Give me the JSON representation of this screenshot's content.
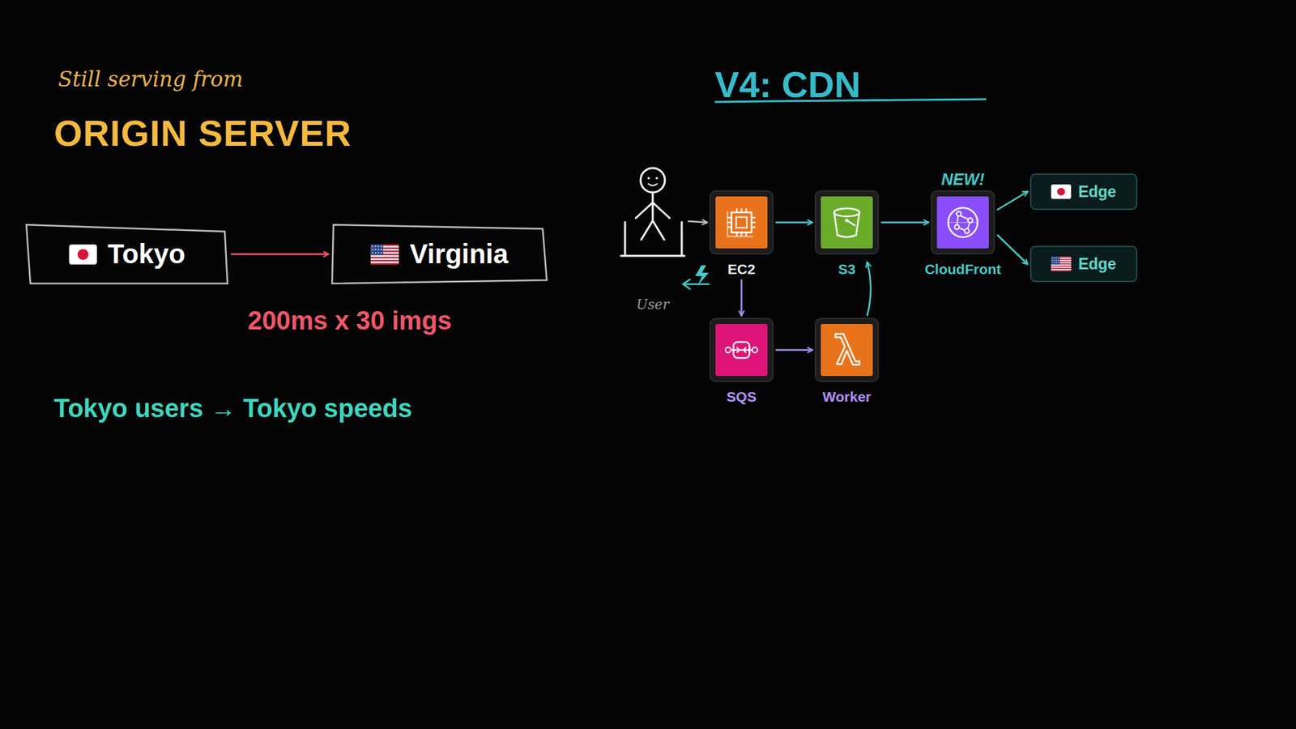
{
  "diagram": {
    "title": "V4: CDN",
    "nodes": [
      {
        "text": [
          "Tokyo"
        ]
      },
      {
        "text": [
          "Virginia"
        ]
      },
      {
        "text": [
          "User"
        ]
      },
      {
        "text": [
          "EC2"
        ]
      },
      {
        "text": [
          "S3"
        ]
      },
      {
        "text": [
          "NEW!",
          "CloudFront"
        ]
      },
      {
        "text": [
          "Edge"
        ]
      },
      {
        "text": [
          "Edge"
        ]
      },
      {
        "text": [
          "SQS"
        ]
      },
      {
        "text": [
          "Worker"
        ]
      }
    ],
    "edges": [
      {
        "from": 0,
        "to": 1,
        "arrow": "to"
      },
      {
        "from": 2,
        "to": 3,
        "arrow": "to"
      },
      {
        "from": 3,
        "to": 4,
        "arrow": "to"
      },
      {
        "from": 4,
        "to": 5,
        "arrow": "to"
      },
      {
        "from": 5,
        "to": 6,
        "arrow": "to"
      },
      {
        "from": 5,
        "to": 7,
        "arrow": "to"
      },
      {
        "from": 3,
        "to": 8,
        "arrow": "to"
      },
      {
        "from": 8,
        "to": 9,
        "arrow": "to"
      },
      {
        "from": 9,
        "to": 4,
        "arrow": "to"
      }
    ],
    "labels": [
      "Still serving from",
      "ORIGIN SERVER",
      "200ms x 30 imgs",
      "Tokyo users → Tokyo speeds"
    ]
  }
}
